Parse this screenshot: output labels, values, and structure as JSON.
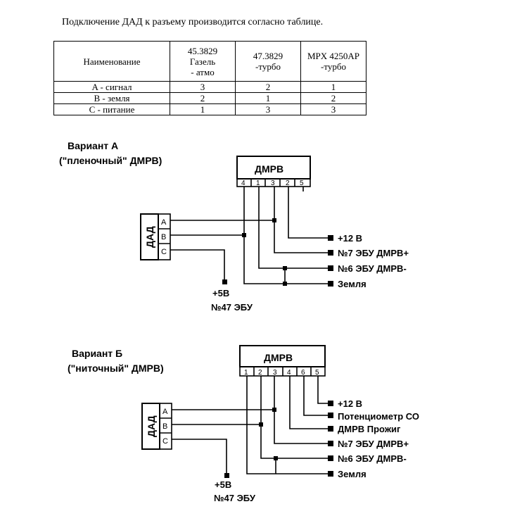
{
  "intro": "Подключение ДАД к разъему производится согласно таблице.",
  "table": {
    "header": [
      "Наименование",
      "45.3829\nГазель\n- атмо",
      "47.3829\n-турбо",
      "MPX 4250AP\n-турбо"
    ],
    "rows": [
      [
        "A - сигнал",
        "3",
        "2",
        "1"
      ],
      [
        "B - земля",
        "2",
        "1",
        "2"
      ],
      [
        "C - питание",
        "1",
        "3",
        "3"
      ]
    ]
  },
  "variantA": {
    "title": "Вариант А",
    "subtitle": "(\"пленочный\" ДМРВ)",
    "maf_label": "ДМРВ",
    "maf_pins": [
      "4",
      "1",
      "3",
      "2",
      "5"
    ],
    "sensor_label": "ДАД",
    "sensor_pins": [
      "A",
      "B",
      "C"
    ],
    "outputs": [
      "+12 В",
      "№7 ЭБУ ДМРВ+",
      "№6 ЭБУ ДМРВ-",
      "Земля"
    ],
    "supply": "+5В",
    "supply_ecu": "№47 ЭБУ"
  },
  "variantB": {
    "title": "Вариант Б",
    "subtitle": "(\"ниточный\" ДМРВ)",
    "maf_label": "ДМРВ",
    "maf_pins": [
      "1",
      "2",
      "3",
      "4",
      "6",
      "5"
    ],
    "sensor_label": "ДАД",
    "sensor_pins": [
      "A",
      "B",
      "C"
    ],
    "outputs": [
      "+12 В",
      "Потенциометр СО",
      "ДМРВ Прожиг",
      "№7 ЭБУ ДМРВ+",
      "№6 ЭБУ ДМРВ-",
      "Земля"
    ],
    "supply": "+5В",
    "supply_ecu": "№47 ЭБУ"
  }
}
